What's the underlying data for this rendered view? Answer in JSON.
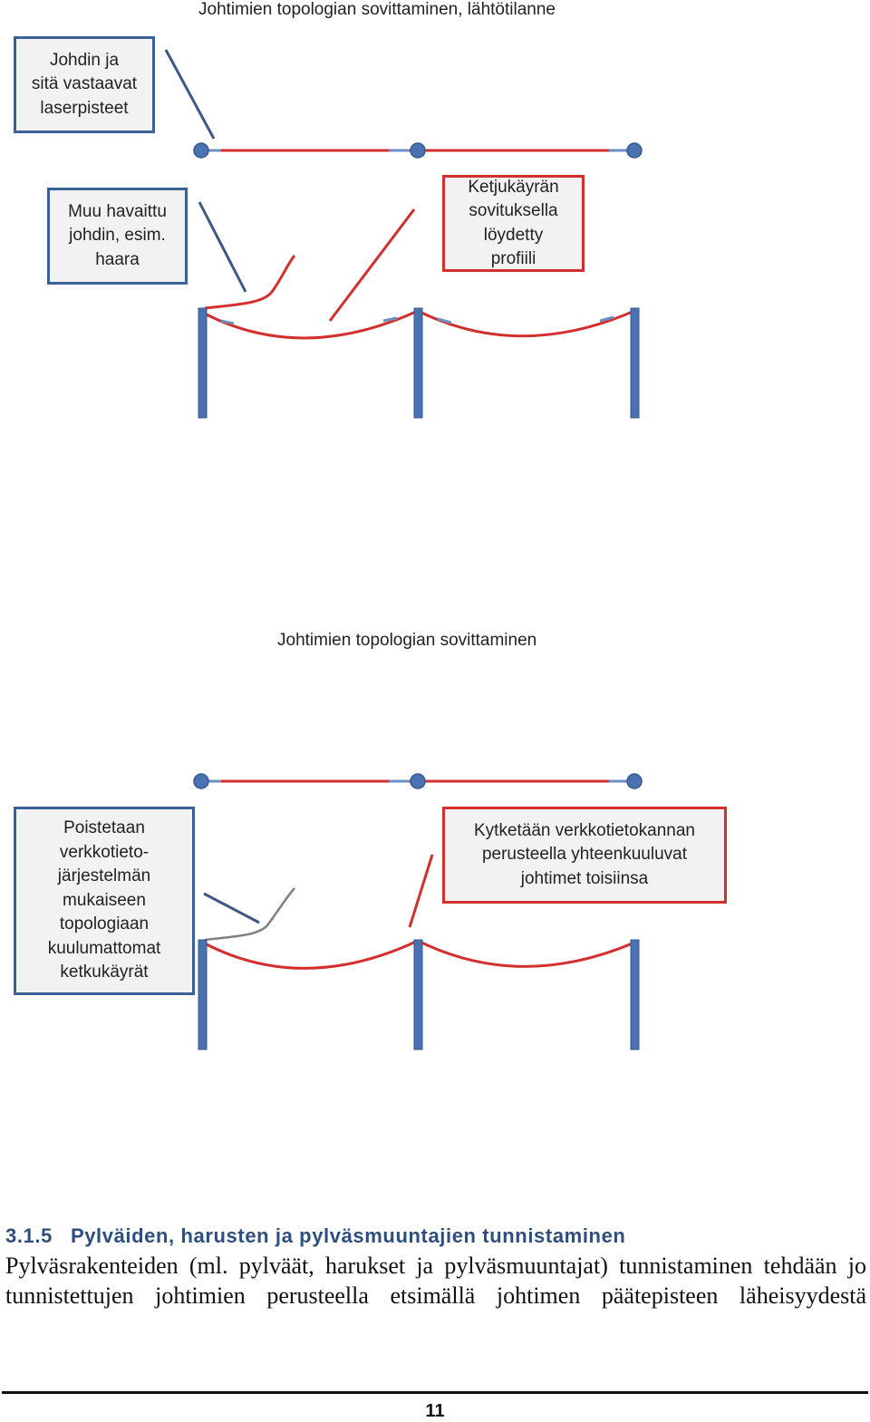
{
  "figure1": {
    "title": "Johtimien topologian sovittaminen, lähtötilanne",
    "callout_laser": [
      "Johdin ja",
      "sitä vastaavat",
      "laserpisteet"
    ],
    "callout_other": [
      "Muu havaittu",
      "johdin, esim.",
      "haara"
    ],
    "callout_profile": [
      "Ketjukäyrän",
      "sovituksella",
      "löydetty",
      "profiili"
    ]
  },
  "figure2": {
    "title": "Johtimien topologian sovittaminen",
    "callout_remove": [
      "Poistetaan",
      "verkkotieto-",
      "järjestelmän",
      "mukaiseen",
      "topologiaan",
      "kuulumattomat",
      "ketkukäyrät"
    ],
    "callout_connect": [
      "Kytketään verkkotietokannan",
      "perusteella yhteenkuuluvat",
      "johtimet toisiinsa"
    ]
  },
  "section": {
    "number": "3.1.5",
    "title": "Pylväiden, harusten ja pylväsmuuntajien tunnistaminen"
  },
  "body": {
    "line1": "Pylväsrakenteiden (ml. pylväät, harukset ja pylväsmuuntajat) tunnistaminen tehdään jo",
    "line2": "tunnistettujen johtimien perusteella etsimällä johtimen päätepisteen läheisyydestä"
  },
  "footer": {
    "page_number": "11"
  },
  "colors": {
    "conductor": "#d32f2f",
    "pole": "#4a72b0",
    "callout_blue": "#3a6096",
    "gray_curve": "#808080"
  }
}
